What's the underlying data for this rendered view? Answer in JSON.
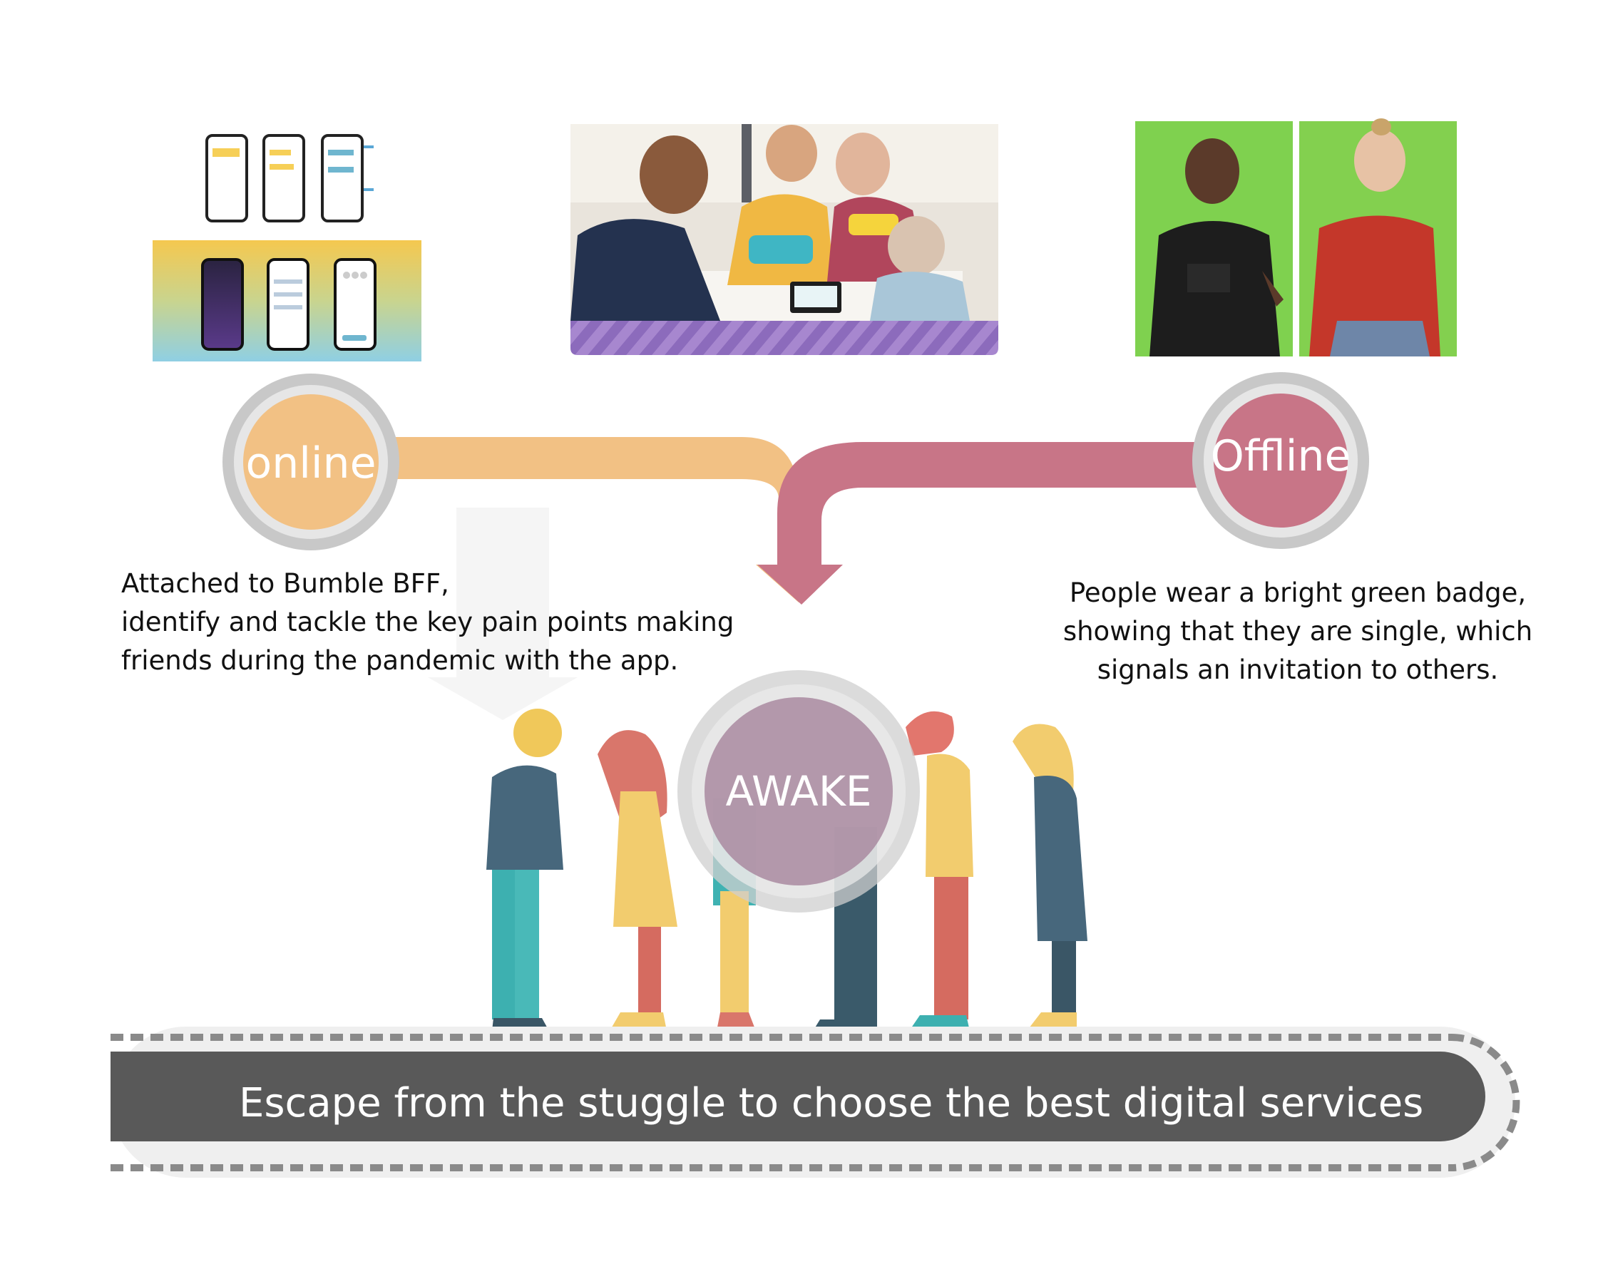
{
  "online": {
    "label": "online",
    "description_lines": [
      "Attached to Bumble BFF,",
      "identify and tackle the key pain points  making",
      "friends during the pandemic with the app."
    ]
  },
  "offline": {
    "label": "Offline",
    "description_lines": [
      "People wear a bright green badge,",
      "showing that they are single, which",
      "signals an invitation to others."
    ]
  },
  "center": {
    "label": "AWAKE"
  },
  "banner": {
    "text": "Escape from the stuggle to choose the best digital services"
  },
  "colors": {
    "online": "#f2c184",
    "offline": "#c87587",
    "awake": "#a98aa0",
    "ring": "#c8c8c8",
    "banner": "#595959",
    "green_screen": "#7fd14f",
    "purple_stripe": "#9b7ac6"
  }
}
